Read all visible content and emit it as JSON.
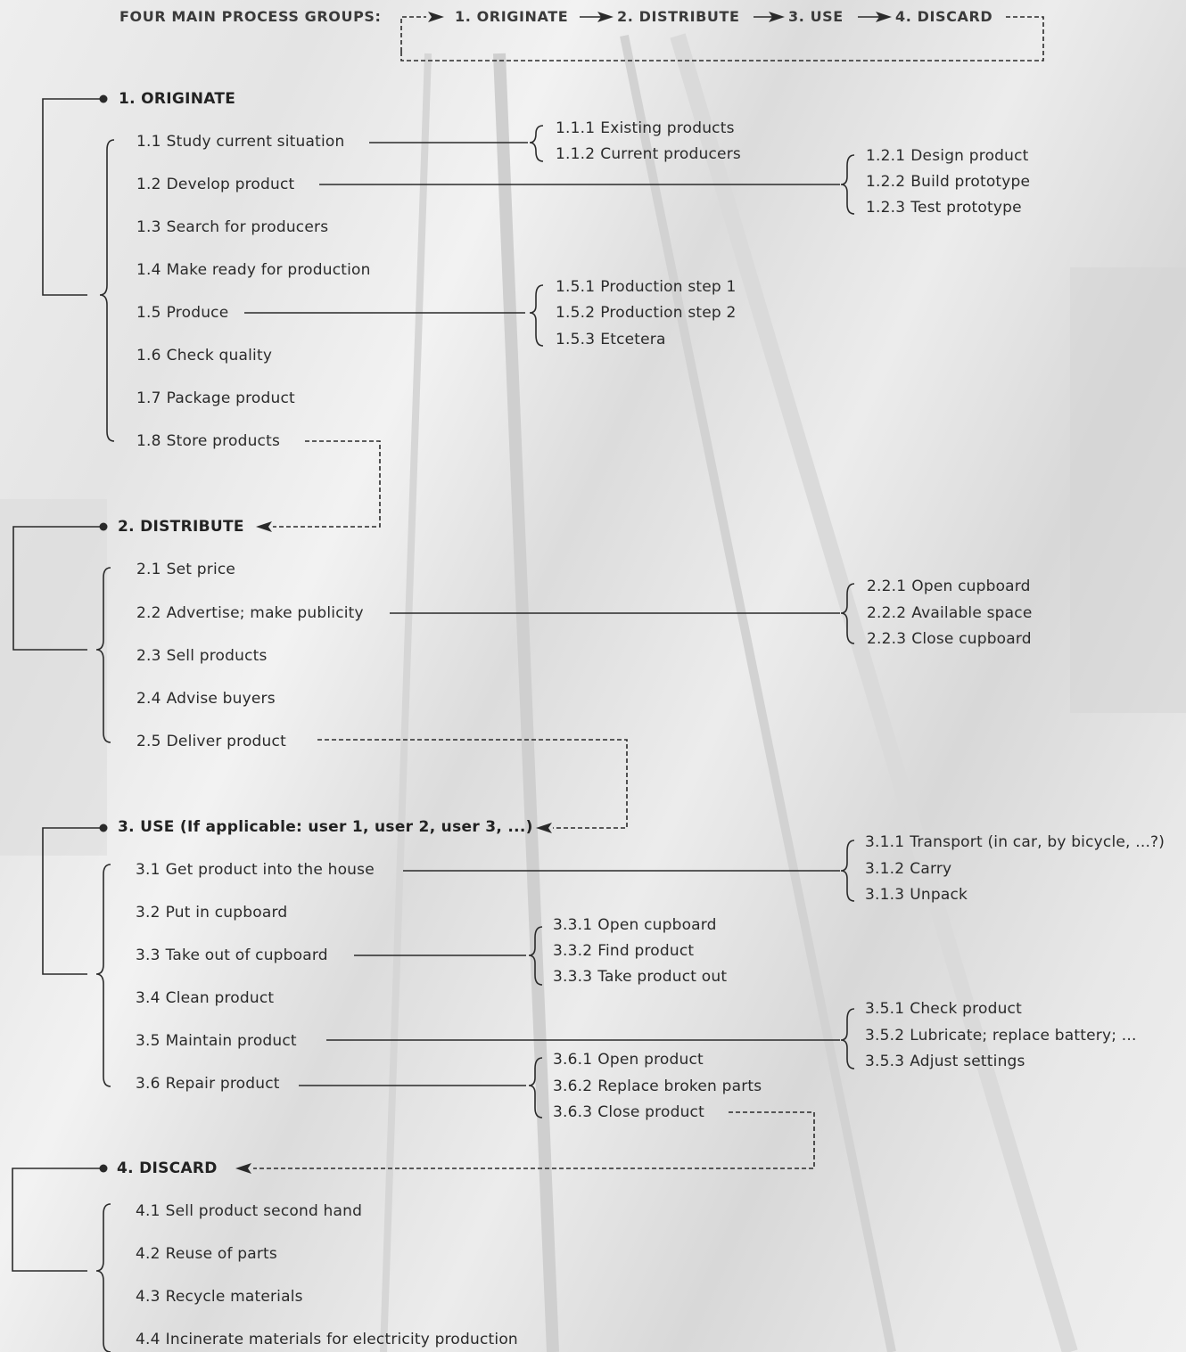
{
  "header": {
    "label": "FOUR MAIN PROCESS GROUPS:",
    "groups": [
      "1. ORIGINATE",
      "2. DISTRIBUTE",
      "3. USE",
      "4. DISCARD"
    ]
  },
  "groups": [
    {
      "title": "1. ORIGINATE",
      "steps": [
        {
          "num": "1.1",
          "label": "Study current situation"
        },
        {
          "num": "1.2",
          "label": "Develop product"
        },
        {
          "num": "1.3",
          "label": "Search for producers"
        },
        {
          "num": "1.4",
          "label": "Make ready for production"
        },
        {
          "num": "1.5",
          "label": "Produce"
        },
        {
          "num": "1.6",
          "label": "Check quality"
        },
        {
          "num": "1.7",
          "label": "Package product"
        },
        {
          "num": "1.8",
          "label": "Store products"
        }
      ]
    },
    {
      "title": "2. DISTRIBUTE",
      "steps": [
        {
          "num": "2.1",
          "label": "Set price"
        },
        {
          "num": "2.2",
          "label": "Advertise; make publicity"
        },
        {
          "num": "2.3",
          "label": "Sell products"
        },
        {
          "num": "2.4",
          "label": "Advise buyers"
        },
        {
          "num": "2.5",
          "label": "Deliver product"
        }
      ]
    },
    {
      "title": "3. USE (If applicable: user 1, user 2, user 3, ...)",
      "steps": [
        {
          "num": "3.1",
          "label": "Get product into the house"
        },
        {
          "num": "3.2",
          "label": "Put in cupboard"
        },
        {
          "num": "3.3",
          "label": "Take out of cupboard"
        },
        {
          "num": "3.4",
          "label": "Clean product"
        },
        {
          "num": "3.5",
          "label": "Maintain product"
        },
        {
          "num": "3.6",
          "label": "Repair product"
        }
      ]
    },
    {
      "title": "4. DISCARD",
      "steps": [
        {
          "num": "4.1",
          "label": "Sell product second hand"
        },
        {
          "num": "4.2",
          "label": "Reuse of parts"
        },
        {
          "num": "4.3",
          "label": "Recycle materials"
        },
        {
          "num": "4.4",
          "label": "Incinerate materials for electricity production"
        }
      ]
    }
  ],
  "substeps": {
    "s11": [
      {
        "num": "1.1.1",
        "label": "Existing products"
      },
      {
        "num": "1.1.2",
        "label": "Current producers"
      }
    ],
    "s12": [
      {
        "num": "1.2.1",
        "label": "Design product"
      },
      {
        "num": "1.2.2",
        "label": "Build prototype"
      },
      {
        "num": "1.2.3",
        "label": "Test prototype"
      }
    ],
    "s15": [
      {
        "num": "1.5.1",
        "label": "Production step 1"
      },
      {
        "num": "1.5.2",
        "label": "Production step 2"
      },
      {
        "num": "1.5.3",
        "label": "Etcetera"
      }
    ],
    "s22": [
      {
        "num": "2.2.1",
        "label": "Open cupboard"
      },
      {
        "num": "2.2.2",
        "label": "Available space"
      },
      {
        "num": "2.2.3",
        "label": "Close cupboard"
      }
    ],
    "s31": [
      {
        "num": "3.1.1",
        "label": "Transport (in car, by bicycle, ...?)"
      },
      {
        "num": "3.1.2",
        "label": "Carry"
      },
      {
        "num": "3.1.3",
        "label": "Unpack"
      }
    ],
    "s33": [
      {
        "num": "3.3.1",
        "label": "Open cupboard"
      },
      {
        "num": "3.3.2",
        "label": "Find product"
      },
      {
        "num": "3.3.3",
        "label": "Take product out"
      }
    ],
    "s35": [
      {
        "num": "3.5.1",
        "label": "Check product"
      },
      {
        "num": "3.5.2",
        "label": "Lubricate; replace battery; ..."
      },
      {
        "num": "3.5.3",
        "label": "Adjust settings"
      }
    ],
    "s36": [
      {
        "num": "3.6.1",
        "label": "Open product"
      },
      {
        "num": "3.6.2",
        "label": "Replace broken parts"
      },
      {
        "num": "3.6.3",
        "label": "Close product"
      }
    ]
  }
}
